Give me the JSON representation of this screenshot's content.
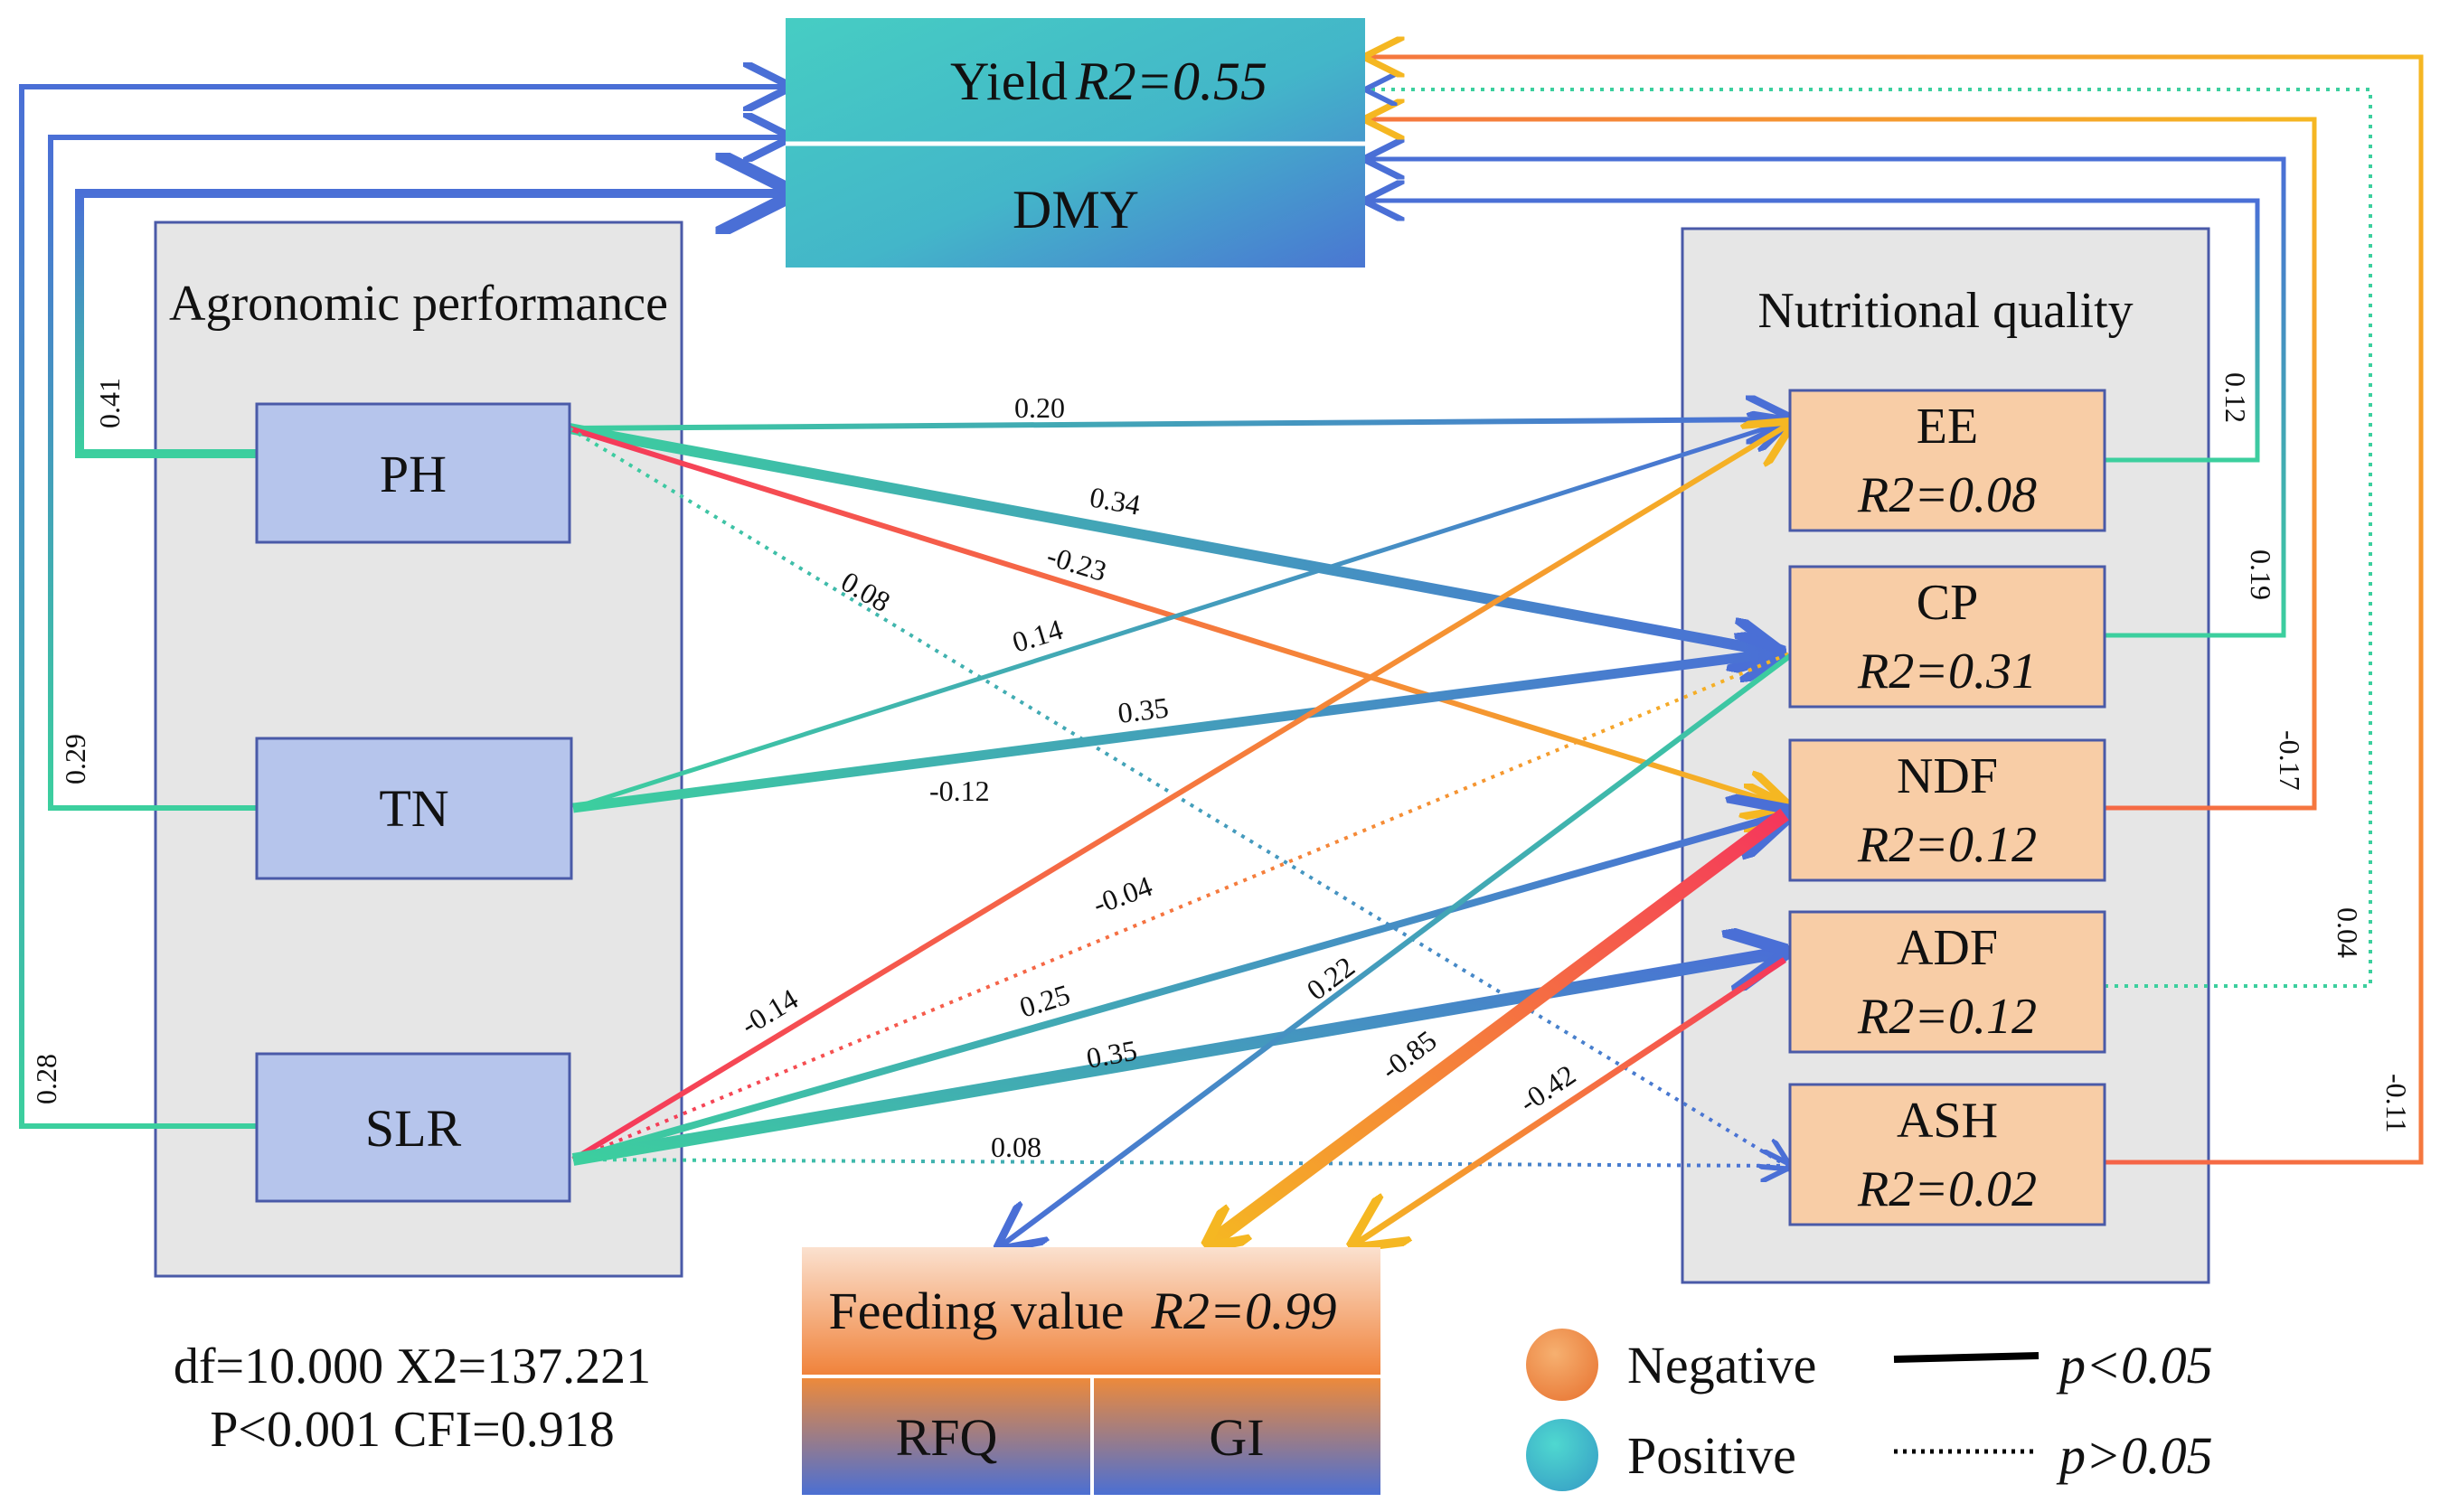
{
  "groups": {
    "agronomic": "Agronomic performance",
    "nutritional": "Nutritional quality"
  },
  "targets": {
    "yield": {
      "name": "Yield",
      "r2": "R2=0.55"
    },
    "dmy": "DMY",
    "feeding": {
      "name": "Feeding value",
      "r2": "R2=0.99"
    },
    "rfq": "RFQ",
    "gi": "GI"
  },
  "agronomic_nodes": [
    "PH",
    "TN",
    "SLR"
  ],
  "nutritional_nodes": [
    {
      "name": "EE",
      "r2": "R2=0.08"
    },
    {
      "name": "CP",
      "r2": "R2=0.31"
    },
    {
      "name": "NDF",
      "r2": "R2=0.12"
    },
    {
      "name": "ADF",
      "r2": "R2=0.12"
    },
    {
      "name": "ASH",
      "r2": "R2=0.02"
    }
  ],
  "path_coefficients": {
    "PH_DMY": "0.41",
    "TN_Yield": "0.29",
    "SLR_Yield": "0.28",
    "PH_EE": "0.20",
    "PH_CP": "0.34",
    "PH_NDF": "-0.23",
    "PH_ASH": "0.08",
    "TN_EE": "0.14",
    "TN_CP": "0.35",
    "TN_NDF": "-0.12",
    "SLR_CP": "-0.04",
    "SLR_NDF": "0.25",
    "SLR_ADF": "0.35",
    "SLR_ASH": "0.08",
    "SLR_EE": "-0.14",
    "CP_FV": "0.22",
    "NDF_FV": "-0.85",
    "ADF_FV": "-0.42",
    "EE_DMY": "0.12",
    "CP_DMY": "0.19",
    "NDF_Yield": "-0.17",
    "ADF_Yield": "0.04",
    "ASH_Yield": "-0.11"
  },
  "fit_stats": {
    "line1": "df=10.000 X2=137.221",
    "line2": "P<0.001  CFI=0.918"
  },
  "legend": {
    "negative": "Negative",
    "positive": "Positive",
    "significant": "p<0.05",
    "nonsignificant": "p>0.05"
  },
  "colors": {
    "positive_start": "#3ccf9e",
    "positive_end": "#4a6fd6",
    "negative_start": "#f5365c",
    "negative_end": "#f5b722",
    "node_blue": "#b6c5ec",
    "node_orange": "#f8cda6",
    "group_bg": "#e6e6e6"
  }
}
